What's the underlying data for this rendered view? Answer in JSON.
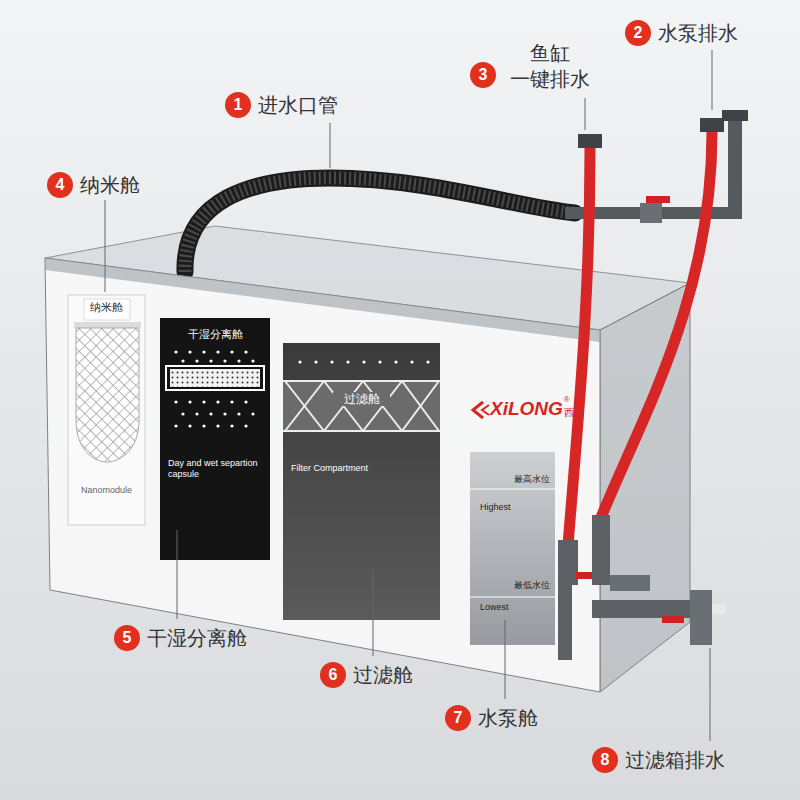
{
  "diagram": {
    "nodes": [
      {
        "text": [
          "纳米舱",
          "Nanomodule"
        ]
      },
      {
        "text": [
          "干湿分离舱",
          "Day and wet separtion capsule"
        ]
      },
      {
        "text": [
          "过滤舱",
          "Filter Compartment"
        ]
      },
      {
        "text": [
          "最高水位",
          "Highest",
          "最低水位",
          "Lowest"
        ]
      }
    ],
    "labels": [
      "1",
      "进水口管",
      "2",
      "水泵排水",
      "3",
      "鱼缸 一键排水",
      "4",
      "纳米舱",
      "5",
      "干湿分离舱",
      "6",
      "过滤舱",
      "7",
      "水泵舱",
      "8",
      "过滤箱排水",
      "XiLONG",
      "®",
      "西龙"
    ]
  }
}
